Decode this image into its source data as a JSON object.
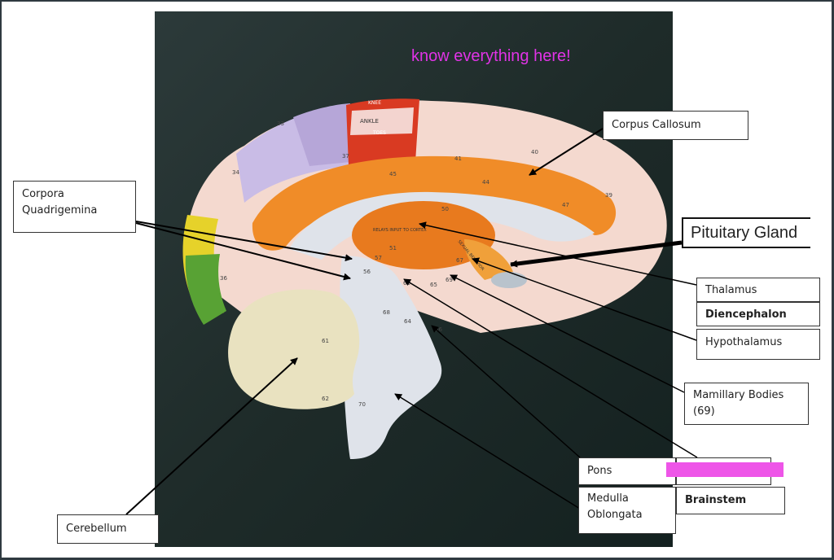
{
  "annotation": "know everything here!",
  "labels": {
    "corpus_callosum": "Corpus Callosum",
    "corpora_quadrigemina": "Corpora Quadrigemina",
    "pituitary_gland": "Pituitary Gland",
    "thalamus": "Thalamus",
    "diencephalon": "Diencephalon",
    "hypothalamus": "Hypothalamus",
    "mamillary_bodies": "Mamillary Bodies (69)",
    "pons": "Pons",
    "medulla_oblongata": "Medulla Oblongata",
    "brainstem": "Brainstem",
    "cerebellum": "Cerebellum"
  },
  "model_markings": {
    "upper_labels": [
      "KNEE",
      "ANKLE",
      "TOES"
    ],
    "numbers": [
      "33",
      "34",
      "36",
      "37",
      "40",
      "41",
      "44",
      "45",
      "47",
      "39",
      "57",
      "50",
      "51",
      "56",
      "61",
      "62",
      "63",
      "64",
      "65",
      "66",
      "67",
      "68",
      "69",
      "70"
    ],
    "thalamus_text": "RELAYS INPUT TO CORTEX",
    "hypothalamus_text": "SEXUAL BEHAVIOR"
  },
  "colors": {
    "annotation": "#e033e6",
    "highlight": "#ee55e8",
    "background_board": "#1e2b29",
    "cortex_orange": "#f08c28",
    "cortex_deep_orange": "#e87a1e",
    "white_matter": "#dfe3ea",
    "cerebellum": "#e9e2c0",
    "pink_gyri": "#f4d9cf",
    "lavender": "#b6a6d8",
    "red_region": "#d93a22",
    "yellow": "#e6d22a",
    "green": "#58a234"
  }
}
